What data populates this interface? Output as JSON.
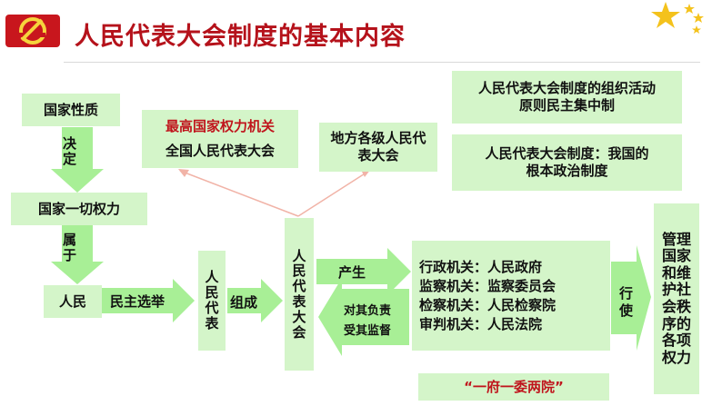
{
  "title": "人民代表大会制度的基本内容",
  "colors": {
    "accent": "#c0141c",
    "box": "#d4f5c9",
    "arrow": "#a8ef96"
  },
  "icons": {
    "logo": "party-emblem-icon",
    "stars": "star-icon"
  },
  "nodes": {
    "state_nature": "国家性质",
    "all_power": "国家一切权力",
    "people": "人民",
    "highest_organ_note": "最高国家权力机关",
    "npc": "全国人民代表大会",
    "local_congress": "地方各级人民代表大会",
    "principle": "人民代表大会制度的组织活动原则民主集中制",
    "fundamental": "人民代表大会制度：我国的根本政治制度",
    "representatives": "人民代表",
    "congress": "人民代表大会",
    "state_organs": [
      "行政机关：人民政府",
      "监察机关：监察委员会",
      "检察机关：人民检察院",
      "审判机关：人民法院"
    ],
    "powers": "管理国家和维护社会秩序的各项权力",
    "one_gov": "“一府一委两院”"
  },
  "labels": {
    "decide": "决定",
    "belong": "属于",
    "election": "民主选举",
    "compose": "组成",
    "produce": "产生",
    "responsible": "对其负责",
    "supervise": "受其监督",
    "exercise": "行使"
  }
}
